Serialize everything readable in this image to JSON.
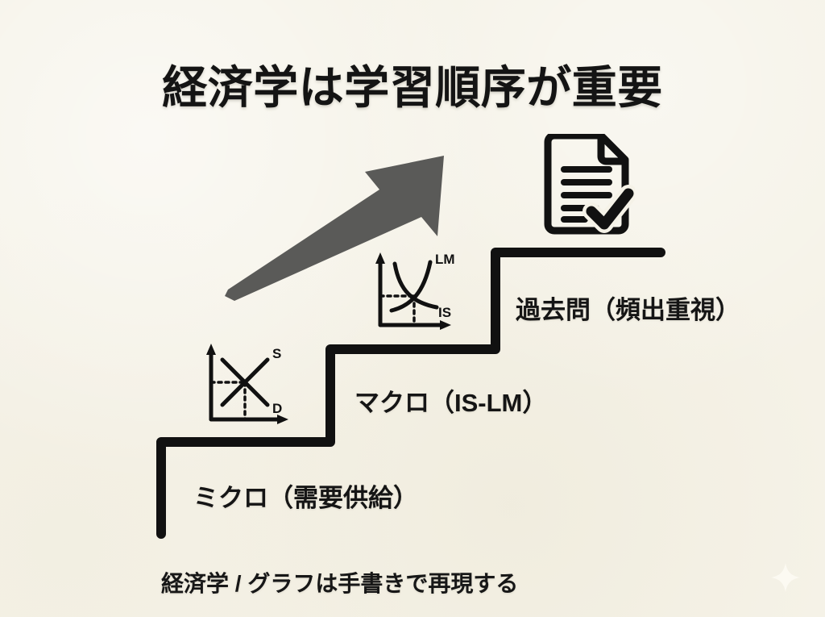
{
  "slide": {
    "background_color": "#f5f2e7",
    "ink_color": "#141414",
    "arrow_color": "#5a5a58",
    "title": "経済学は学習順序が重要",
    "footer": "経済学 / グラフは手書きで再現する"
  },
  "steps": [
    {
      "id": "micro",
      "label": "ミクロ（需要供給）"
    },
    {
      "id": "macro",
      "label": "マクロ（IS-LM）"
    },
    {
      "id": "past",
      "label": "過去問（頻出重視）"
    }
  ],
  "icons": {
    "growth_arrow": "growth-arrow-icon",
    "document_check": "document-check-icon",
    "sparkle": "sparkle-icon"
  },
  "charts": {
    "micro": {
      "name": "supply-demand-chart",
      "curve_labels": {
        "supply": "S",
        "demand": "D"
      }
    },
    "islm": {
      "name": "is-lm-chart",
      "curve_labels": {
        "lm": "LM",
        "is": "IS"
      }
    }
  },
  "chart_data": [
    {
      "type": "line",
      "name": "supply-demand",
      "title": "",
      "xlabel": "",
      "ylabel": "",
      "xlim": [
        0,
        10
      ],
      "ylim": [
        0,
        10
      ],
      "grid": false,
      "legend": "inline-curve-labels",
      "annotations": [
        "S",
        "D"
      ],
      "series": [
        {
          "name": "S",
          "x": [
            1.5,
            8.5
          ],
          "y": [
            1.5,
            8.5
          ]
        },
        {
          "name": "D",
          "x": [
            1.5,
            8.5
          ],
          "y": [
            8.5,
            1.5
          ]
        }
      ],
      "equilibrium": {
        "x": 5,
        "y": 5,
        "dashed_guides": true
      }
    },
    {
      "type": "line",
      "name": "is-lm",
      "title": "",
      "xlabel": "",
      "ylabel": "",
      "xlim": [
        0,
        10
      ],
      "ylim": [
        0,
        10
      ],
      "grid": false,
      "legend": "inline-curve-labels",
      "annotations": [
        "LM",
        "IS"
      ],
      "series": [
        {
          "name": "LM",
          "x": [
            2,
            3.5,
            5,
            6.5,
            8.5
          ],
          "y": [
            2.2,
            2.6,
            3.6,
            5.6,
            8.6
          ]
        },
        {
          "name": "IS",
          "x": [
            2,
            3.5,
            5,
            6.5,
            8.5
          ],
          "y": [
            8.6,
            6.0,
            4.0,
            2.8,
            2.2
          ]
        }
      ],
      "equilibrium": {
        "x": 5,
        "y": 3.8,
        "dashed_guides": true
      }
    }
  ]
}
